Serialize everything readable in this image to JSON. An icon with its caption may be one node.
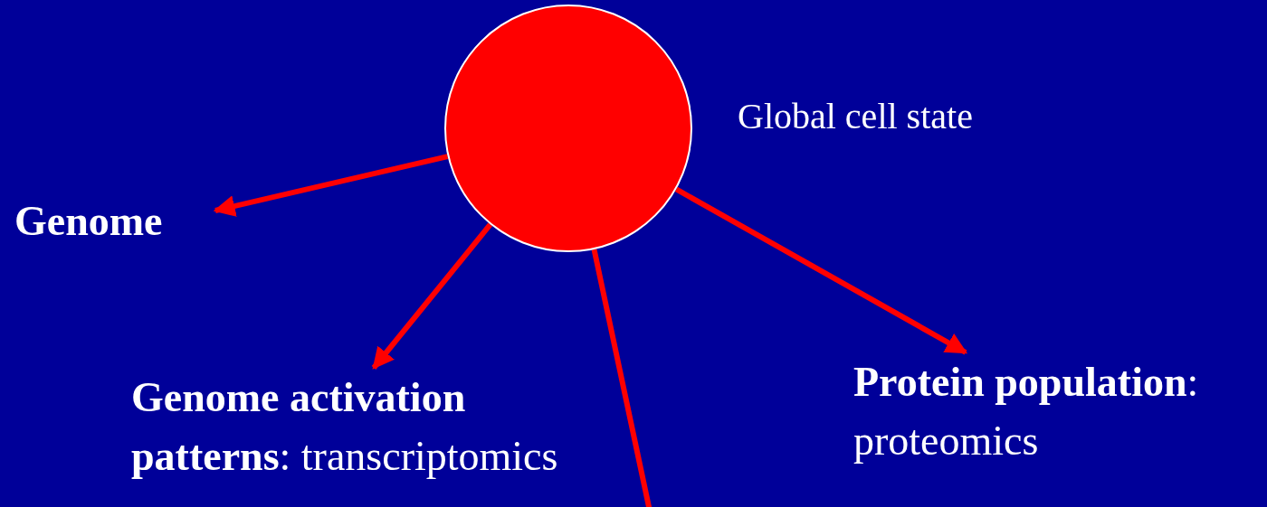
{
  "diagram": {
    "nodes": [
      {
        "text": [],
        "shape": "circle",
        "beside": [
          "Global cell state"
        ]
      },
      {
        "text": [
          "Genome"
        ]
      },
      {
        "text": [
          "**Genome activation patterns**: transcriptomics"
        ]
      },
      {
        "text": [
          "**Protein population**: proteomics"
        ]
      }
    ],
    "edges": [
      {
        "from": 0,
        "to": 1,
        "arrow": "to"
      },
      {
        "from": 0,
        "to": 2,
        "arrow": "to"
      },
      {
        "from": 0,
        "to": 3,
        "arrow": "to"
      },
      {
        "from": 0,
        "to": null,
        "arrow": "none"
      }
    ]
  }
}
